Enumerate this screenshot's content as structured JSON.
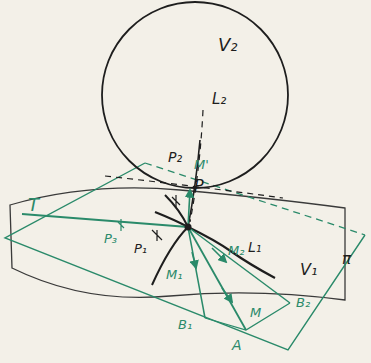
{
  "diagram": {
    "labels": [
      "V₂",
      "L₂",
      "P₂",
      "M'",
      "P",
      "T",
      "P₃",
      "P₁",
      "L₁",
      "V₁",
      "π",
      "M₁",
      "M₂",
      "B₁",
      "M",
      "B₂",
      "A"
    ]
  }
}
